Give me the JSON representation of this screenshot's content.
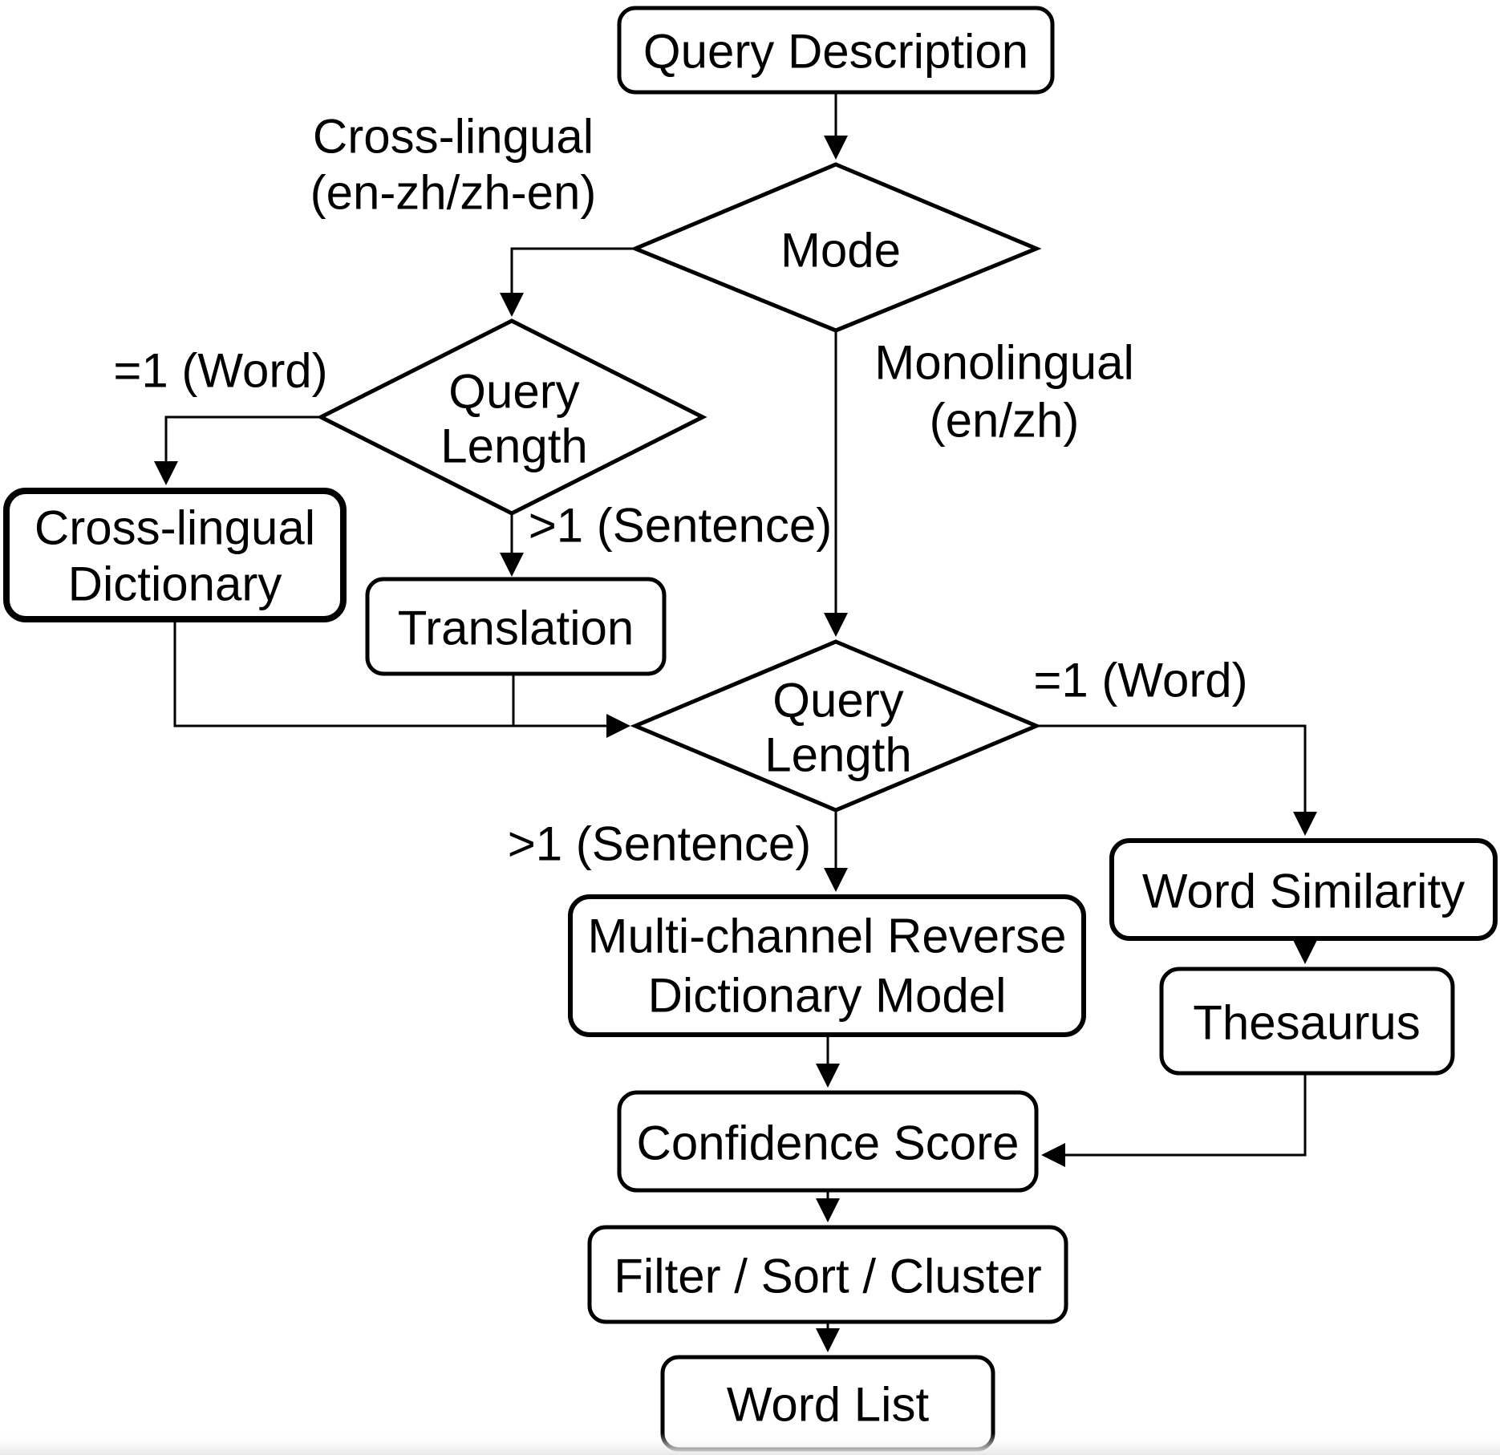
{
  "diagram": {
    "title_hint": "reverse dictionary query pipeline flowchart",
    "colors": {
      "background": "#ffffff",
      "stroke": "#000000",
      "fill": "#ffffff",
      "bottom_fade": "#e8e8e8"
    },
    "nodes": {
      "query_description": {
        "label": "Query Description"
      },
      "mode": {
        "label": "Mode"
      },
      "query_length_1": {
        "line1": "Query",
        "line2": "Length"
      },
      "cross_lingual_dictionary": {
        "line1": "Cross-lingual",
        "line2": "Dictionary"
      },
      "translation": {
        "label": "Translation"
      },
      "query_length_2": {
        "line1": "Query",
        "line2": "Length"
      },
      "word_similarity": {
        "label": "Word Similarity"
      },
      "thesaurus": {
        "label": "Thesaurus"
      },
      "multi_channel_model": {
        "line1": "Multi-channel Reverse",
        "line2": "Dictionary Model"
      },
      "confidence_score": {
        "label": "Confidence Score"
      },
      "filter_sort_cluster": {
        "label": "Filter / Sort / Cluster"
      },
      "word_list": {
        "label": "Word List"
      }
    },
    "edge_labels": {
      "cross_lingual_branch_line1": "Cross-lingual",
      "cross_lingual_branch_line2": "(en-zh/zh-en)",
      "monolingual_branch_line1": "Monolingual",
      "monolingual_branch_line2": "(en/zh)",
      "eq_one_word_left": "=1 (Word)",
      "gt_one_sentence_left": ">1 (Sentence)",
      "eq_one_word_right": "=1 (Word)",
      "gt_one_sentence_center": ">1 (Sentence)"
    }
  }
}
